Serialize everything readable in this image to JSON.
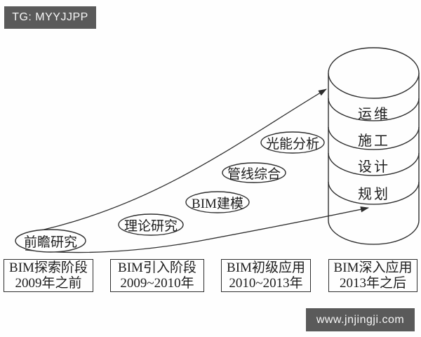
{
  "overlays": {
    "header_tag": "TG: MYYJJPP",
    "footer_site": "www.jnjingji.com",
    "badge_bg_color": "#5a5a5a",
    "badge_text_color": "#f7f7f7"
  },
  "diagram": {
    "title_implicit": "BIM development stages",
    "colors": {
      "stroke": "#2e2e2e",
      "text": "#1d1d1d",
      "background": "#fefefe"
    },
    "bubbles": [
      {
        "label": "前瞻研究"
      },
      {
        "label": "理论研究"
      },
      {
        "label": "BIM建模"
      },
      {
        "label": "管线综合"
      },
      {
        "label": "光能分析"
      }
    ],
    "cylinder": {
      "layers": [
        {
          "label": "运维"
        },
        {
          "label": "施工"
        },
        {
          "label": "设计"
        },
        {
          "label": "规划"
        }
      ]
    },
    "stages": [
      {
        "name": "BIM探索阶段",
        "period": "2009年之前"
      },
      {
        "name": "BIM引入阶段",
        "period": "2009~2010年"
      },
      {
        "name": "BIM初级应用",
        "period": "2010~2013年"
      },
      {
        "name": "BIM深入应用",
        "period": "2013年之后"
      }
    ]
  }
}
